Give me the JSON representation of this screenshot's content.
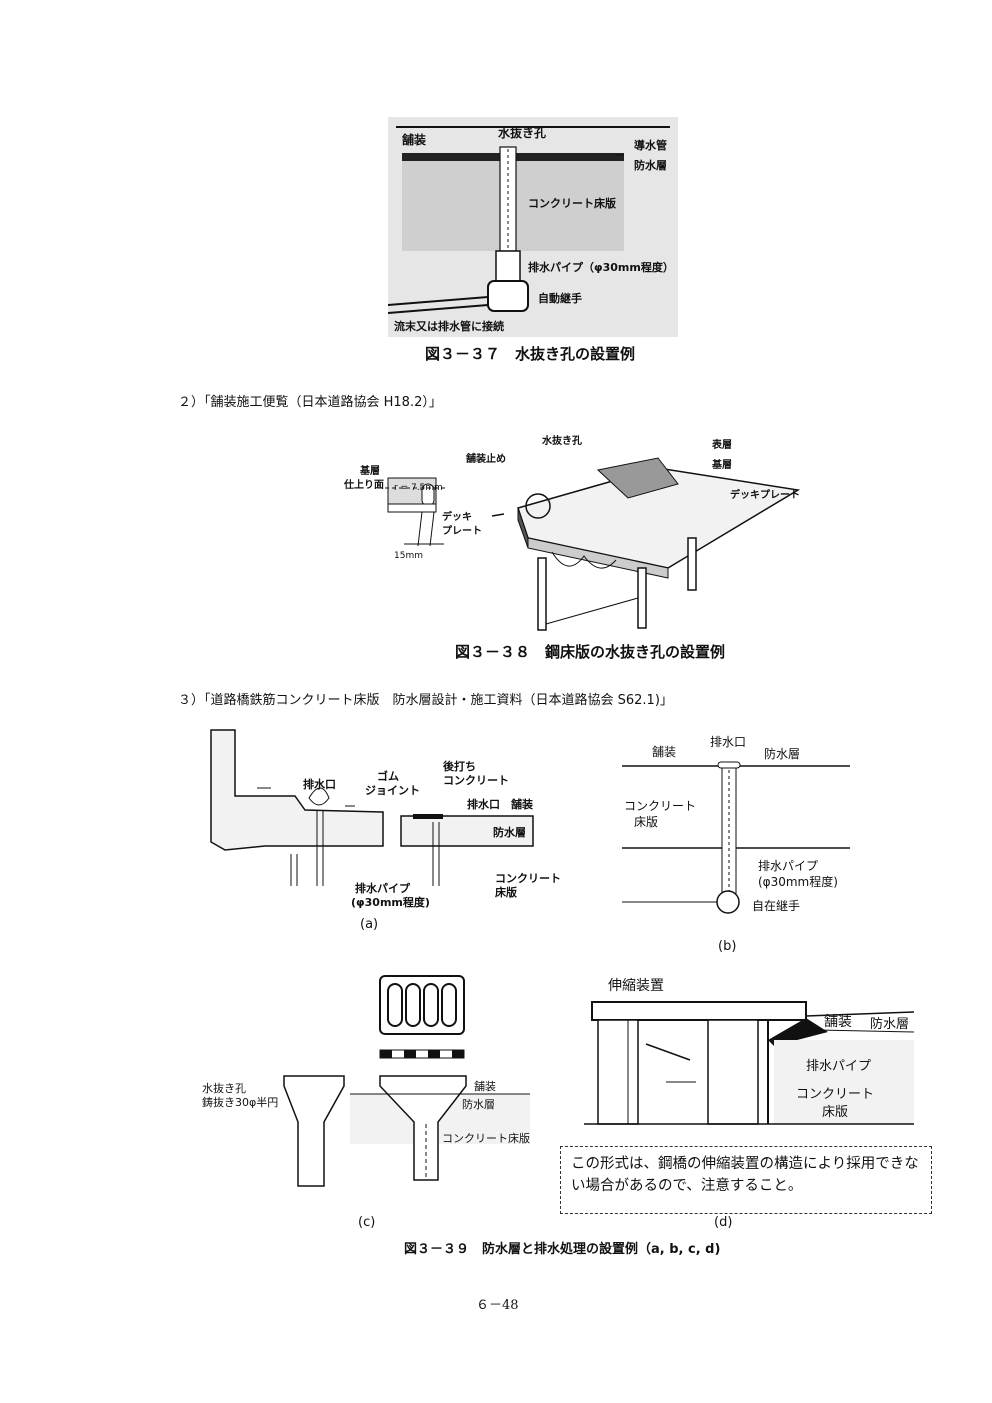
{
  "fig37": {
    "labels": {
      "pavement": "舗装",
      "drain_hole": "水抜き孔",
      "guide_pipe": "導水管",
      "waterproof": "防水層",
      "slab": "コンクリート床版",
      "drain_pipe": "排水パイプ（φ30mm程度）",
      "joint": "自動継手",
      "outflow": "流末又は排水管に接続"
    },
    "caption": "図３－３７　水抜き孔の設置例"
  },
  "section2": "２）「舗装施工便覧（日本道路協会 H18.2）」",
  "fig38": {
    "labels": {
      "base_surface_1": "基層",
      "base_surface_2": "仕上り面",
      "radius": "r = 7.5mm",
      "deck_1": "デッキ",
      "deck_2": "プレート",
      "width": "15mm",
      "pave_stop": "舗装止め",
      "drain_hole": "水抜き孔",
      "surface": "表層",
      "base": "基層",
      "deck_plate": "デッキプレート"
    },
    "caption": "図３－３８　鋼床版の水抜き孔の設置例"
  },
  "section3": "３）「道路橋鉄筋コンクリート床版　防水層設計・施工資料（日本道路協会 S62.1)」",
  "fig39a": {
    "labels": {
      "outlet1": "排水口",
      "rubber_1": "ゴム",
      "rubber_2": "ジョイント",
      "post_1": "後打ち",
      "post_2": "コンクリート",
      "outlet2": "排水口",
      "pavement": "舗装",
      "waterproof": "防水層",
      "pipe_1": "排水パイプ",
      "pipe_2": "(φ30mm程度)",
      "slab_1": "コンクリート",
      "slab_2": "床版"
    },
    "tag": "(a)"
  },
  "fig39b": {
    "labels": {
      "pavement": "舗装",
      "outlet": "排水口",
      "waterproof": "防水層",
      "slab_1": "コンクリート",
      "slab_2": "床版",
      "pipe_1": "排水パイプ",
      "pipe_2": "(φ30mm程度)",
      "joint": "自在継手"
    },
    "tag": "(b)"
  },
  "fig39c": {
    "labels": {
      "hole_1": "水抜き孔",
      "hole_2": "鋳抜き30φ半円",
      "pavement": "舗装",
      "waterproof": "防水層",
      "slab": "コンクリート床版"
    },
    "tag": "(c)"
  },
  "fig39d": {
    "labels": {
      "expansion": "伸縮装置",
      "pavement": "舗装",
      "waterproof": "防水層",
      "pipe": "排水パイプ",
      "slab_1": "コンクリート",
      "slab_2": "床版"
    },
    "note": "この形式は、鋼橋の伸縮装置の構造により採用できない場合があるので、注意すること。",
    "tag": "(d)"
  },
  "fig39_caption": "図３－３９　防水層と排水処理の設置例（a, b, c, d)",
  "page_number": "６－48"
}
